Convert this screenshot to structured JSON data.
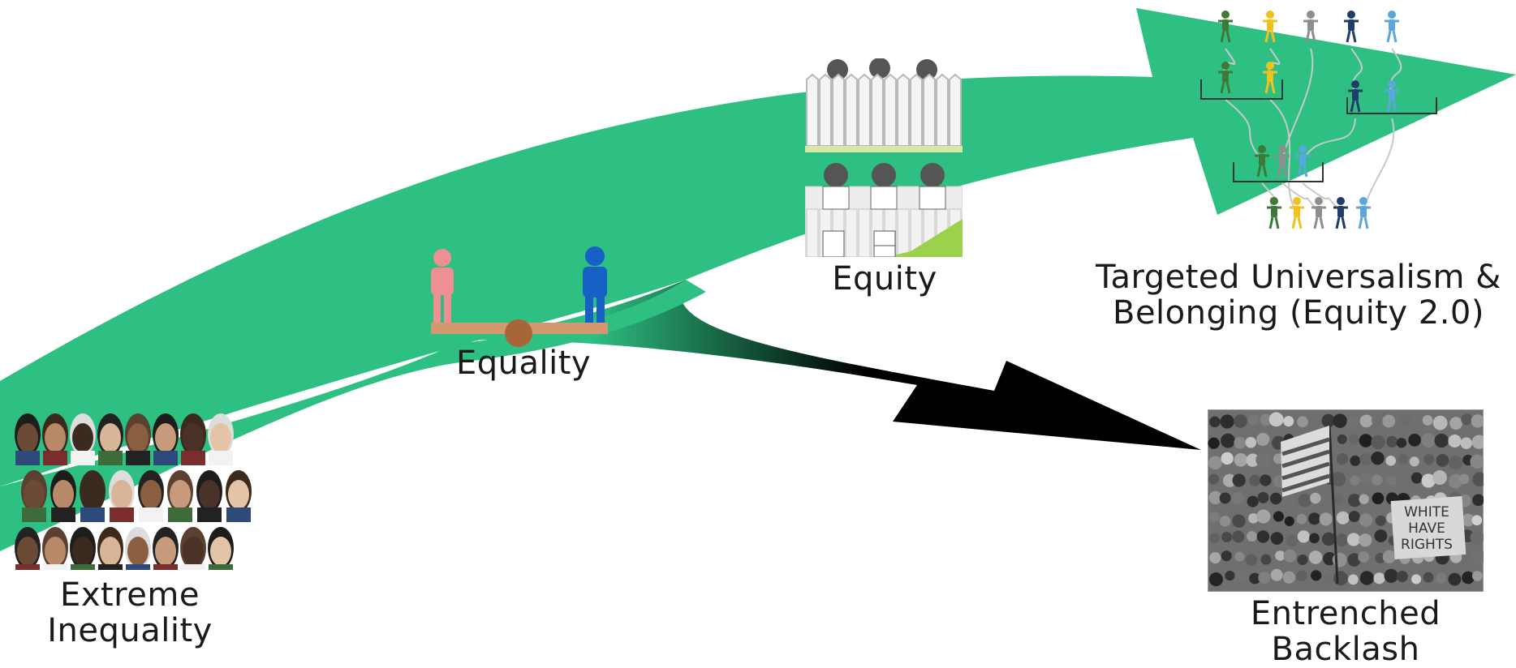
{
  "colors": {
    "main_arrow": "#2ec082",
    "backlash_arrow": "#000000",
    "equality_left_figure": "#ee8f93",
    "equality_right_figure": "#1660c6",
    "seesaw_board": "#d3986d",
    "seesaw_pivot": "#a9653a",
    "equity_ground": "#9cd14c",
    "tu_figure_colors": [
      "#3d7a3a",
      "#f2c21b",
      "#8e8e8e",
      "#1f3d6b",
      "#5ba7dd"
    ]
  },
  "icons": {
    "start": "crowd-portrait-collage-icon",
    "equality": "seesaw-balance-icon",
    "equity": "fence-boxes-icon",
    "targeted_universalism": "connected-figures-icon",
    "backlash": "protest-crowd-photo-icon"
  },
  "stages": {
    "start_label_line1": "Extreme",
    "start_label_line2": "Inequality",
    "equality_label": "Equality",
    "equity_label": "Equity",
    "tu_label_line1": "Targeted Universalism &",
    "tu_label_line2": "Belonging (Equity 2.0)",
    "backlash_label_line1": "Entrenched",
    "backlash_label_line2": "Backlash"
  },
  "images": {
    "backlash_sign_line1": "WHITE",
    "backlash_sign_line2": "HAVE",
    "backlash_sign_line3": "RIGHTS"
  }
}
